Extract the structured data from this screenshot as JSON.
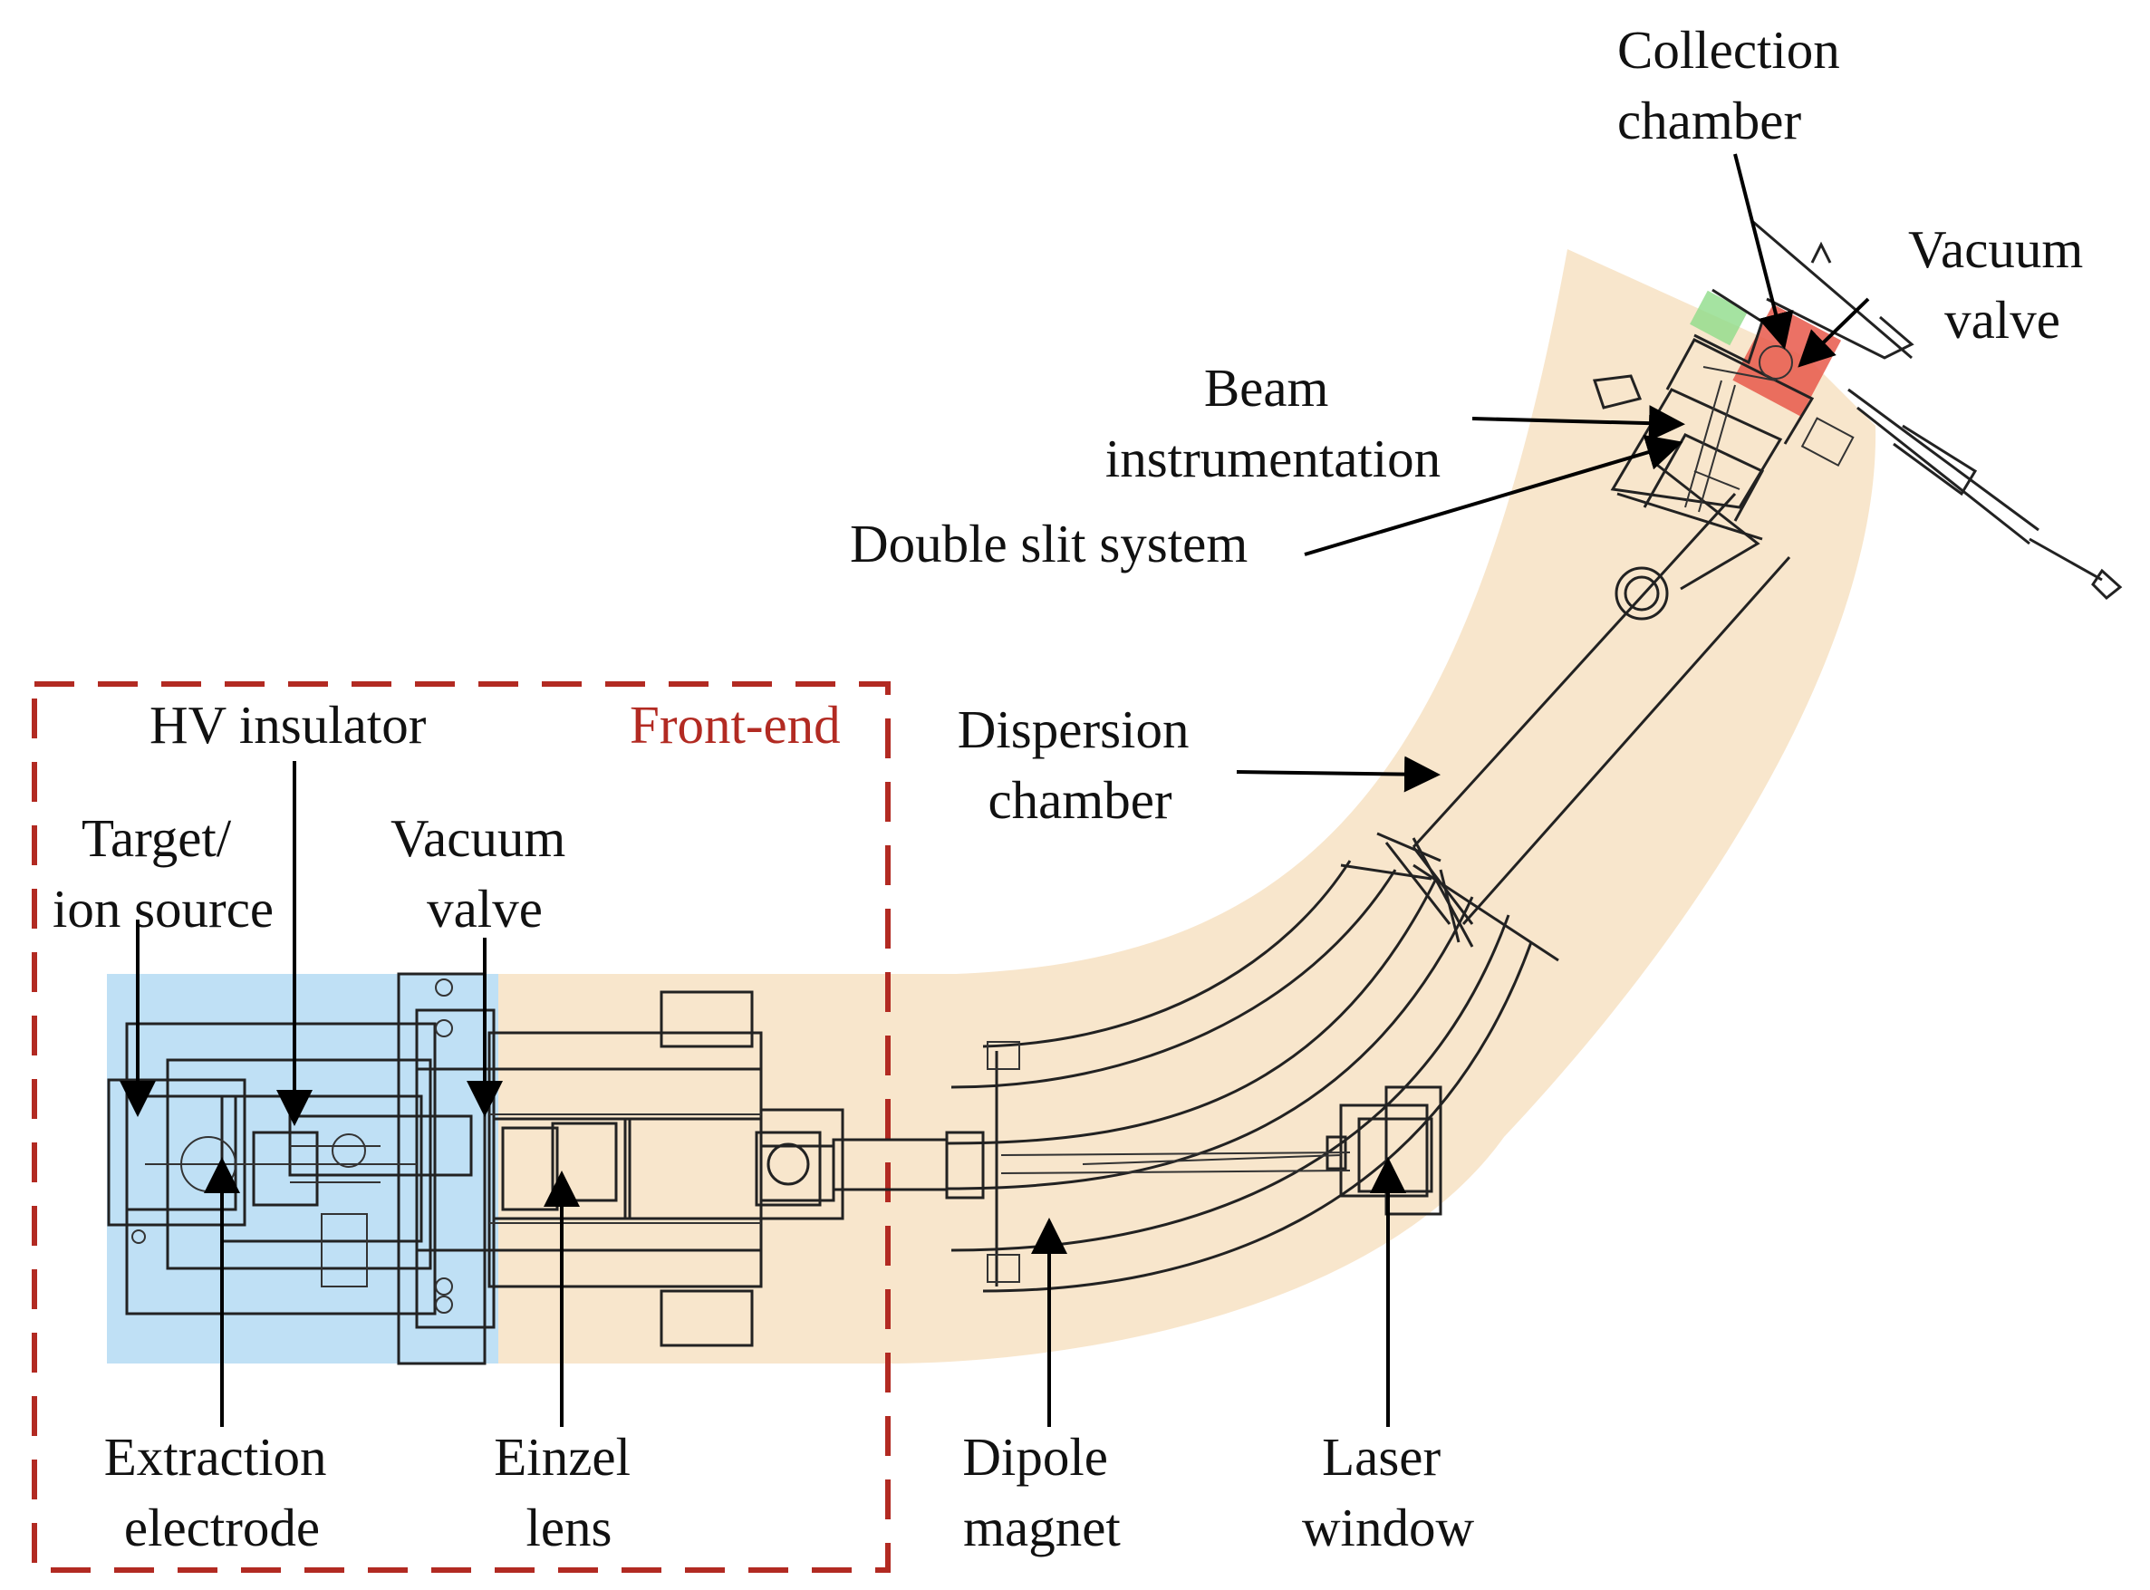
{
  "colors": {
    "source_region": "#bfe0f5",
    "beamline_region": "#f8e6cc",
    "front_end_box": "#b22a22",
    "collection_highlight": "#e8584a",
    "green_highlight": "#8fdc8a",
    "line": "#222222"
  },
  "labels": {
    "collection": [
      "Collection",
      "chamber"
    ],
    "vacuum_valve_right": [
      "Vacuum",
      "valve"
    ],
    "beam_instr": [
      "Beam",
      "instrumentation"
    ],
    "double_slit": "Double slit system",
    "hv_insulator": "HV insulator",
    "front_end": "Front-end",
    "dispersion": [
      "Dispersion",
      "chamber"
    ],
    "target": [
      "Target/",
      "ion source"
    ],
    "vacuum_valve_left": [
      "Vacuum",
      "valve"
    ],
    "extraction": [
      "Extraction",
      "electrode"
    ],
    "einzel": [
      "Einzel",
      "lens"
    ],
    "dipole": [
      "Dipole",
      "magnet"
    ],
    "laser": [
      "Laser",
      "window"
    ]
  }
}
